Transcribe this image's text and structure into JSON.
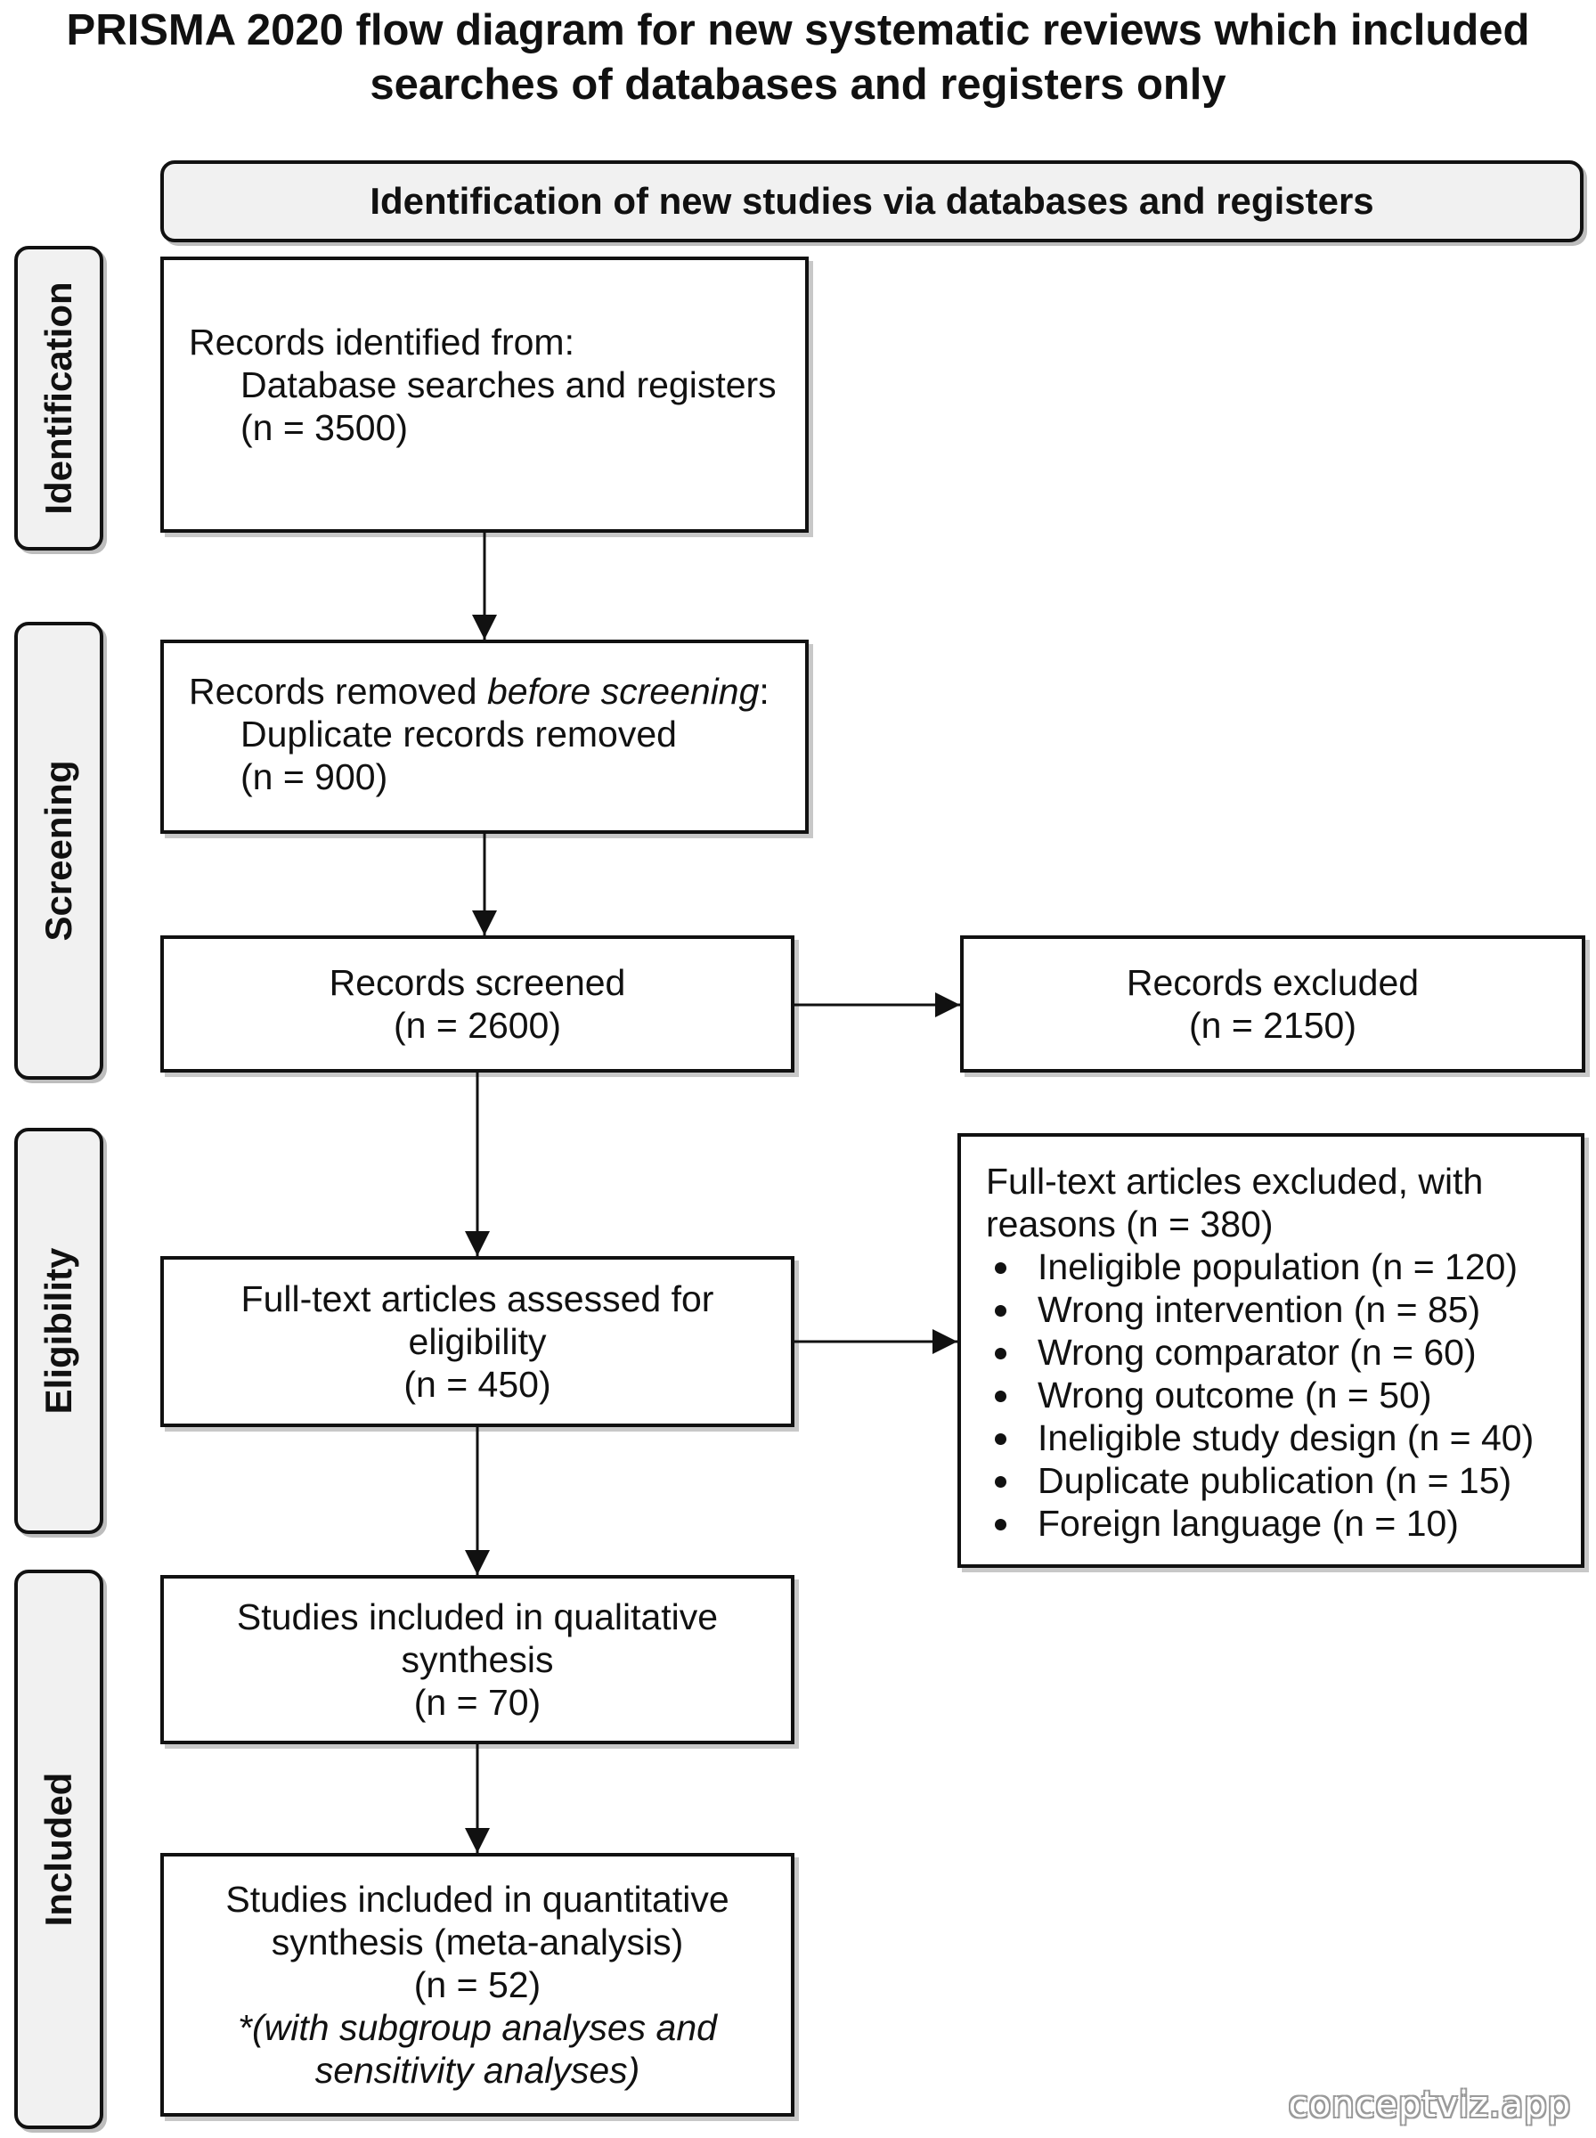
{
  "title": {
    "line1": "PRISMA 2020 flow diagram for new systematic reviews which included",
    "line2": "searches of databases and registers only"
  },
  "phase_header": "Identification of new studies via databases and registers",
  "sidebar": {
    "identification": "Identification",
    "screening": "Screening",
    "eligibility": "Eligibility",
    "included": "Included"
  },
  "boxes": {
    "identified": {
      "heading": "Records identified from:",
      "source": "Database searches and registers",
      "count": "(n = 3500)"
    },
    "removed": {
      "heading_prefix": "Records removed ",
      "heading_emph": "before screening",
      "heading_suffix": ":",
      "detail": "Duplicate records removed",
      "count": "(n = 900)"
    },
    "screened": {
      "label": "Records screened",
      "count": "(n = 2600)"
    },
    "excluded": {
      "label": "Records excluded",
      "count": "(n = 2150)"
    },
    "fulltext": {
      "line1": "Full-text articles assessed for",
      "line2": "eligibility",
      "count": "(n = 450)"
    },
    "fulltext_excluded": {
      "line1": "Full-text articles excluded, with",
      "line2": "reasons (n = 380)",
      "reasons": [
        "Ineligible population (n = 120)",
        "Wrong intervention (n = 85)",
        "Wrong comparator (n = 60)",
        "Wrong outcome (n = 50)",
        "Ineligible study design (n = 40)",
        "Duplicate publication (n = 15)",
        "Foreign language (n = 10)"
      ]
    },
    "qualitative": {
      "line1": "Studies included in qualitative",
      "line2": "synthesis",
      "count": "(n = 70)"
    },
    "quantitative": {
      "line1": "Studies included in quantitative",
      "line2": "synthesis (meta-analysis)",
      "count": "(n = 52)",
      "note1": "*(with subgroup analyses and",
      "note2": "sensitivity analyses)"
    }
  },
  "watermark": "conceptviz.app"
}
